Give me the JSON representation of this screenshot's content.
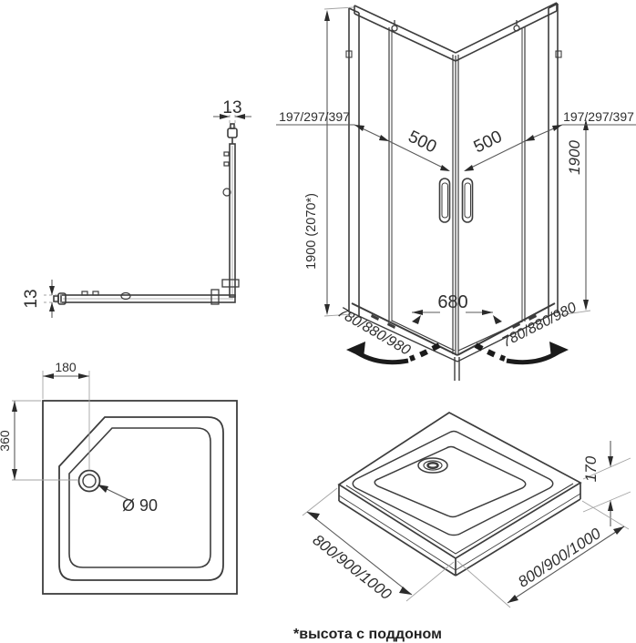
{
  "title": "corner shower enclosure dimension drawing",
  "colors": {
    "line": "#3d3d3d",
    "dim_line": "#5a5a5a",
    "extension_line": "#a3a3a3",
    "arrow_fill": "#2b2b2b",
    "swing_arrow": "#1b1b1b",
    "text": "#2f2f2f",
    "background": "#ffffff"
  },
  "profile_view": {
    "top_width": "13",
    "side_width": "13"
  },
  "enclosure_view": {
    "panel_width": "197/297/397",
    "door_width": "500",
    "height_with_tray": "1900 (2070*)",
    "height": "1900",
    "entry_width": "680",
    "swing_width": "780/880/980"
  },
  "tray_top_view": {
    "drain_offset_x": "180",
    "drain_offset_y": "360",
    "drain_diameter": "Ø 90"
  },
  "tray_iso_view": {
    "height": "170",
    "side_width": "800/900/1000"
  },
  "footnote": {
    "text": "*высота с поддоном"
  }
}
